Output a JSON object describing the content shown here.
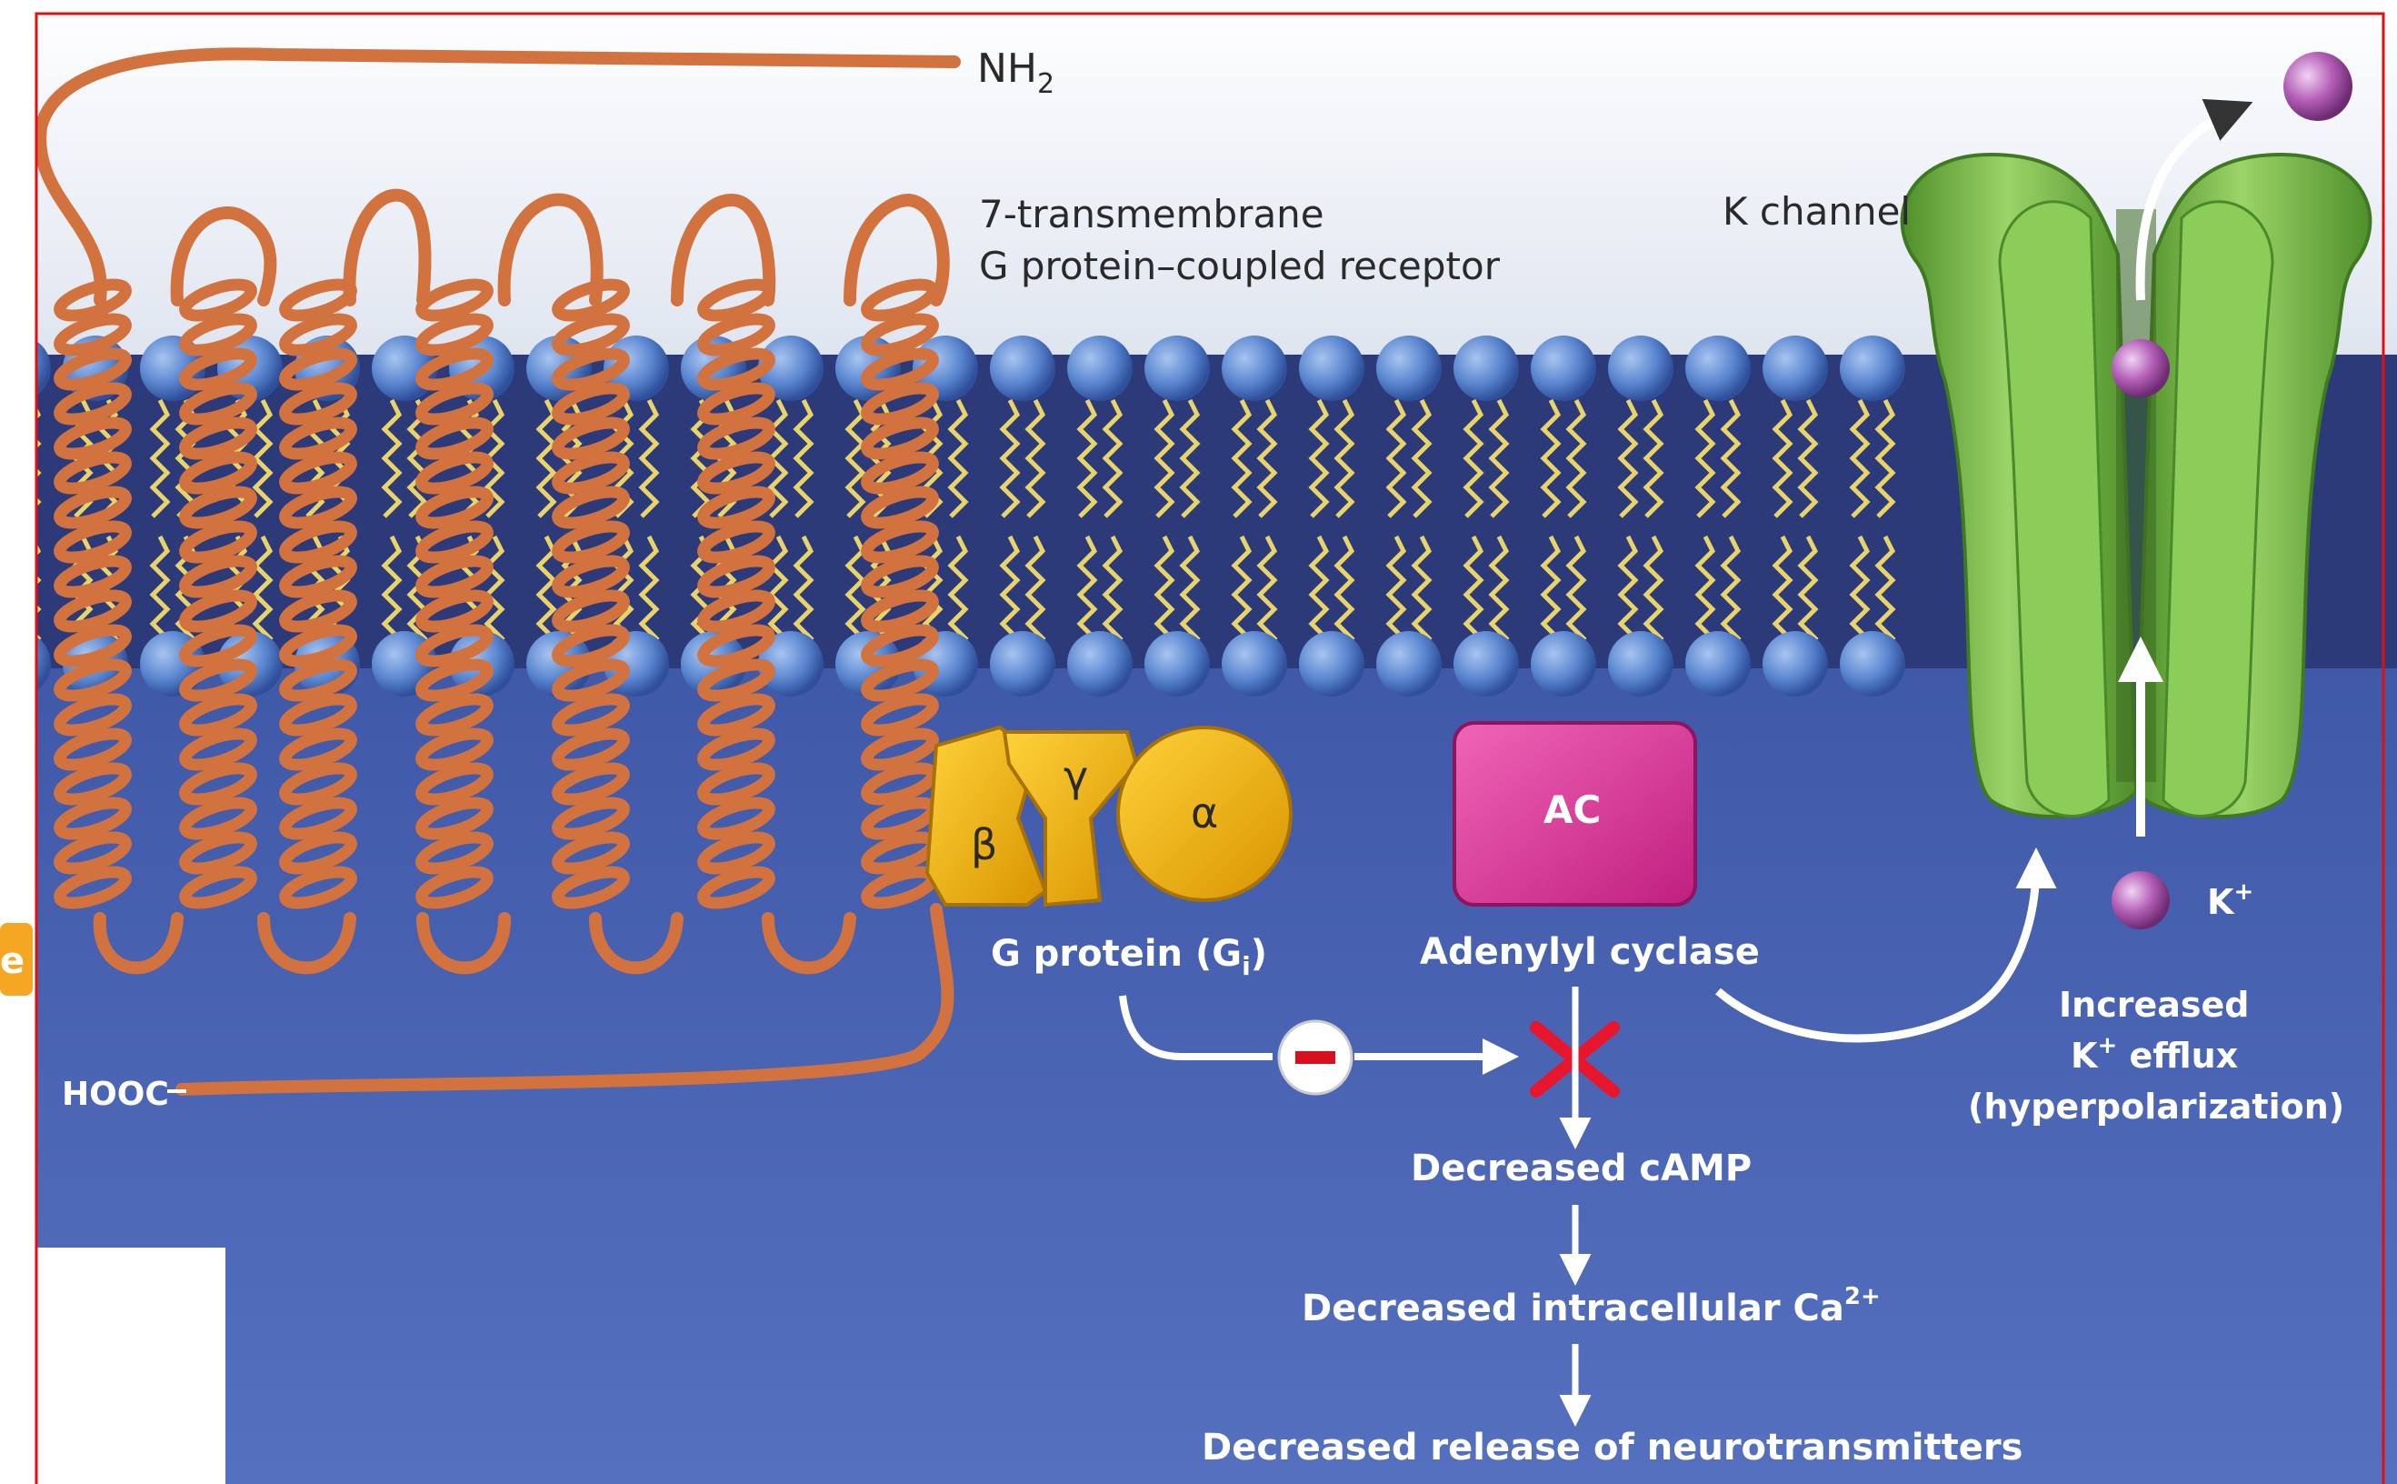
{
  "labels": {
    "nh2": "NH",
    "nh2_sub": "2",
    "receptor_line1": "7-transmembrane",
    "receptor_line2": "G protein–coupled receptor",
    "k_channel": "K channel",
    "hooc": "HOOC",
    "beta": "β",
    "gamma": "γ",
    "alpha": "α",
    "ac": "AC",
    "g_protein": "G protein (G",
    "g_protein_sub": "i",
    "g_protein_close": ")",
    "adenylyl_cyclase": "Adenylyl cyclase",
    "k_ion": "K",
    "k_ion_sup": "+",
    "efflux_line1": "Increased",
    "efflux_line2_a": "K",
    "efflux_line2_sup": "+",
    "efflux_line2_b": " efflux",
    "efflux_line3": "(hyperpolarization)",
    "decreased_camp": "Decreased cAMP",
    "decreased_ca": "Decreased intracellular Ca",
    "decreased_ca_sup": "2+",
    "decreased_release": "Decreased release of neurotransmitters",
    "edge_tab": "e"
  },
  "colors": {
    "membrane_core": "#2c3a7a",
    "lipid_head": "#5a86d0",
    "lipid_tail": "#e9d46a",
    "cytoplasm": "#4b66b8",
    "extracellular": "#eef1f7",
    "receptor": "#d2733f",
    "g_protein": "#f2b300",
    "adenylyl_cyclase": "#e0359c",
    "k_channel": "#7cc04a",
    "potassium": "#b45fb7",
    "inhibit_cross": "#e8162c",
    "frame": "#e01010"
  }
}
